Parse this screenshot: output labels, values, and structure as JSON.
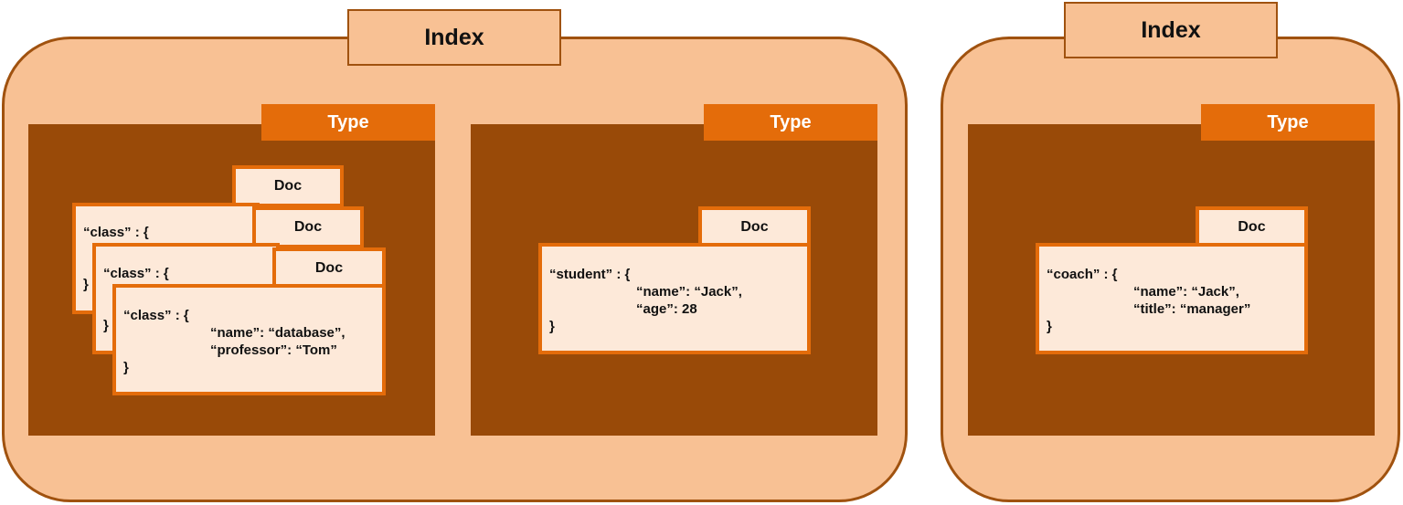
{
  "labels": {
    "index": "Index",
    "type": "Type",
    "doc": "Doc"
  },
  "class_docs": [
    {
      "open": "“class” : {",
      "close": "}"
    },
    {
      "open": "“class” : {",
      "close": "}"
    },
    {
      "open": "“class” : {",
      "field1": "“name”: “database”,",
      "field2": "“professor”: “Tom”",
      "close": "}"
    }
  ],
  "student_doc": {
    "open": "“student” : {",
    "field1": "“name”: “Jack”,",
    "field2": "“age”: 28",
    "close": "}"
  },
  "coach_doc": {
    "open": "“coach” : {",
    "field1": "“name”: “Jack”,",
    "field2": "“title”: “manager”",
    "close": "}"
  },
  "colors": {
    "index_fill": "#f8c194",
    "index_border": "#a0520f",
    "type_panel": "#994a08",
    "type_tab": "#e46c0a",
    "doc_fill": "#fde9d9",
    "doc_border": "#e46c0a"
  }
}
